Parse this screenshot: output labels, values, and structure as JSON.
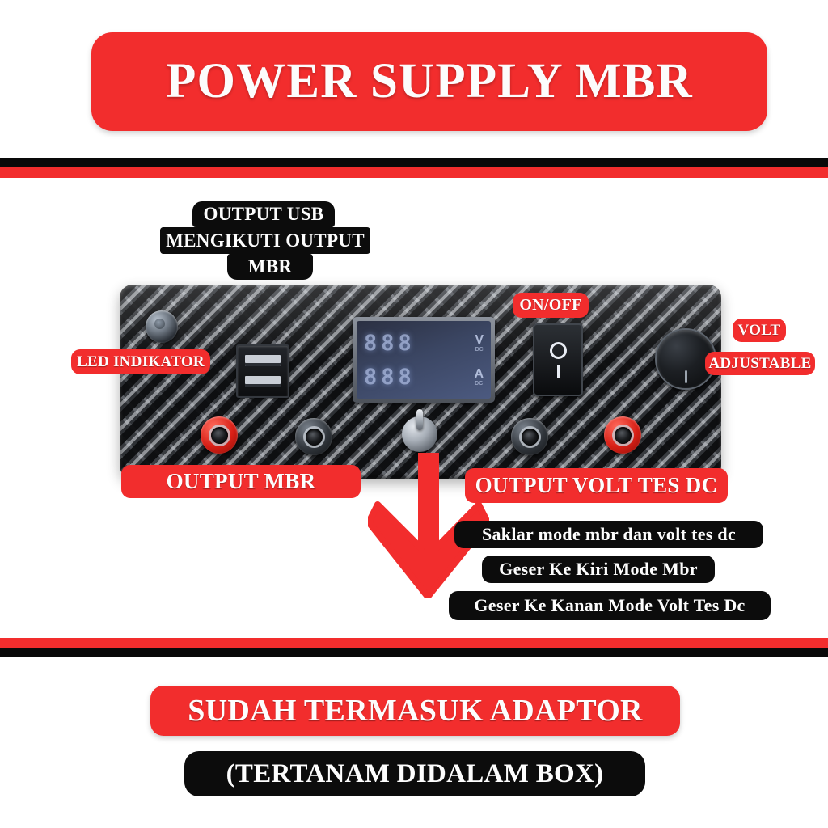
{
  "header": {
    "title": "POWER SUPPLY MBR",
    "banner_color": "#f22d2d",
    "text_color": "#fcfcfc"
  },
  "divider": {
    "black_color": "#090909",
    "red_color": "#f22d2d"
  },
  "product": {
    "panel_name": "carbon-fiber-front-panel",
    "components": {
      "led_indicator": "led-indicator",
      "usb_port": "dual-usb-port",
      "digital_meter": "volt-amp-digital-meter",
      "power_switch": "rocker-power-switch",
      "volt_knob": "voltage-adjust-knob",
      "mode_toggle": "mode-toggle-switch"
    },
    "meter": {
      "volt_digits": "888",
      "volt_unit": "V",
      "volt_unit_sub": "DC",
      "amp_digits": "888",
      "amp_unit": "A",
      "amp_unit_sub": "DC"
    },
    "power_switch": {
      "off_symbol": "O",
      "on_symbol": "I"
    },
    "jacks": [
      {
        "name": "output-mbr-positive",
        "polarity": "red"
      },
      {
        "name": "output-mbr-negative",
        "polarity": "black"
      },
      {
        "name": "volt-tes-dc-negative",
        "polarity": "black"
      },
      {
        "name": "volt-tes-dc-positive",
        "polarity": "red"
      }
    ]
  },
  "callouts": {
    "usb_line1": "OUTPUT USB",
    "usb_line2": "MENGIKUTI OUTPUT",
    "usb_line3": "MBR",
    "led_indicator": "LED INDIKATOR",
    "on_off": "ON/OFF",
    "volt": "VOLT",
    "adjustable": "ADJUSTABLE",
    "output_mbr": "OUTPUT MBR",
    "output_volt_tes_dc": "OUTPUT VOLT TES DC"
  },
  "notes": {
    "saklar": "Saklar mode mbr dan volt tes dc",
    "geser_kiri": "Geser Ke Kiri Mode Mbr",
    "geser_kanan": "Geser Ke Kanan Mode Volt Tes Dc",
    "arrow": "down-arrow-to-mode-toggle"
  },
  "footer": {
    "adaptor": "SUDAH TERMASUK ADAPTOR",
    "box_note": "(TERTANAM DIDALAM BOX)"
  },
  "colors": {
    "brand_red": "#f22d2d",
    "label_black": "#0c0c0c",
    "white": "#ffffff"
  }
}
